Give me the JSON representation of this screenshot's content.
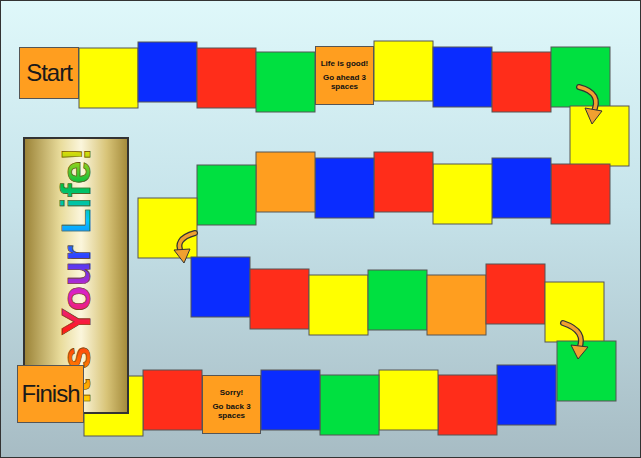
{
  "diagram": {
    "nodes": [
      {
        "text": [
          "Start"
        ]
      },
      {
        "text": [
          "Life is good!",
          "Go ahead 3 spaces"
        ]
      },
      {
        "text": [
          "It's Your Life!"
        ]
      },
      {
        "text": [
          "Finish"
        ]
      },
      {
        "text": [
          "Sorry!",
          "Go back 3 spaces"
        ]
      }
    ]
  }
}
